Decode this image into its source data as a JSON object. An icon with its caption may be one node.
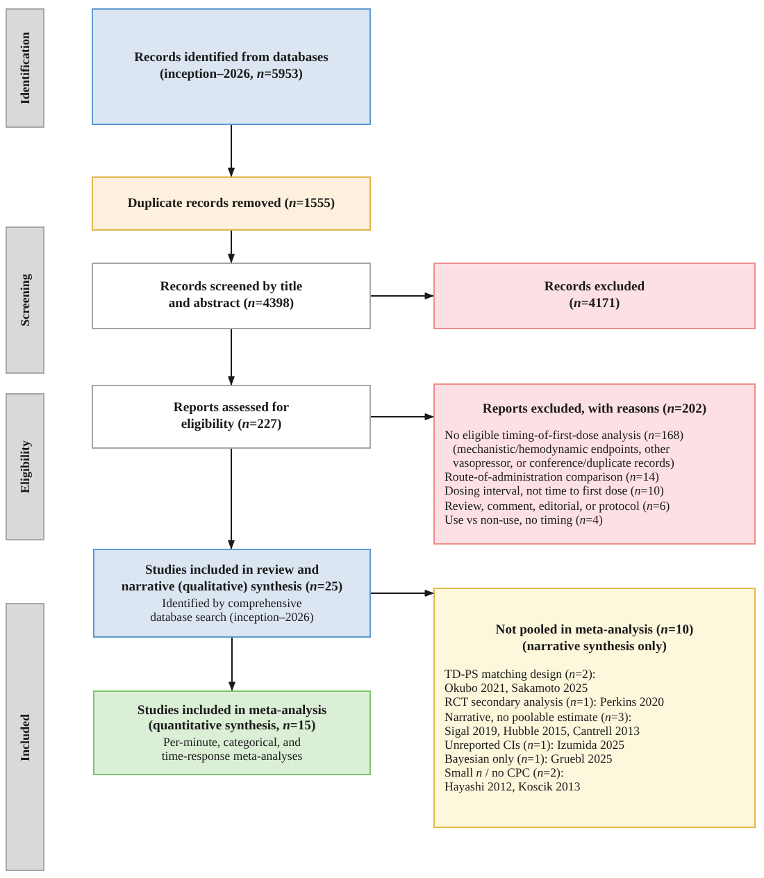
{
  "diagram": {
    "nodes": [
      {
        "text": [
          "Identification"
        ]
      },
      {
        "text": [
          "Records identified from databases (inception–2026, *n*=5953)"
        ]
      },
      {
        "text": [
          "Duplicate records removed (*n*=1555)"
        ]
      },
      {
        "text": [
          "Screening"
        ]
      },
      {
        "text": [
          "Records screened by title and abstract (*n*=4398)"
        ]
      },
      {
        "text": [
          "Records excluded (*n*=4171)"
        ]
      },
      {
        "text": [
          "Eligibility"
        ]
      },
      {
        "text": [
          "Reports assessed for eligibility (*n*=227)"
        ]
      },
      {
        "text": [
          "Reports excluded, with reasons (*n*=202)",
          "No eligible timing-of-first-dose analysis (*n*=168) (mechanistic/hemodynamic endpoints, other vasopressor, or conference/duplicate records)",
          "Route-of-administration comparison (*n*=14)",
          "Dosing interval, not time to first dose (*n*=10)",
          "Review, comment, editorial, or protocol (*n*=6)",
          "Use vs non-use, no timing (*n*=4)"
        ]
      },
      {
        "text": [
          "Included"
        ]
      },
      {
        "text": [
          "Studies included in review and narrative (qualitative) synthesis (*n*=25)",
          "Identified by comprehensive database search (inception–2026)"
        ]
      },
      {
        "text": [
          "Not pooled in meta-analysis (*n*=10) (narrative synthesis only)",
          "TD-PS matching design (*n*=2):",
          "Okubo 2021, Sakamoto 2025",
          "RCT secondary analysis (*n*=1): Perkins 2020",
          "Narrative, no poolable estimate (*n*=3):",
          "Sigal 2019, Hubble 2015, Cantrell 2013",
          "Unreported CIs (*n*=1): Izumida 2025",
          "Bayesian only (*n*=1): Gruebl 2025",
          "Small *n* / no CPC (*n*=2):",
          "Hayashi 2012, Koscik 2013"
        ]
      },
      {
        "text": [
          "Studies included in meta-analysis (quantitative synthesis, *n*=15)",
          "Per-minute, categorical, and time-response meta-analyses"
        ]
      }
    ],
    "edges": [
      {
        "from": 1,
        "to": 2,
        "arrow": "to"
      },
      {
        "from": 2,
        "to": 4,
        "arrow": "to"
      },
      {
        "from": 4,
        "to": 5,
        "arrow": "to"
      },
      {
        "from": 4,
        "to": 7,
        "arrow": "to"
      },
      {
        "from": 7,
        "to": 8,
        "arrow": "to"
      },
      {
        "from": 7,
        "to": 10,
        "arrow": "to"
      },
      {
        "from": 10,
        "to": 11,
        "arrow": "to"
      },
      {
        "from": 10,
        "to": 12,
        "arrow": "to"
      }
    ]
  }
}
